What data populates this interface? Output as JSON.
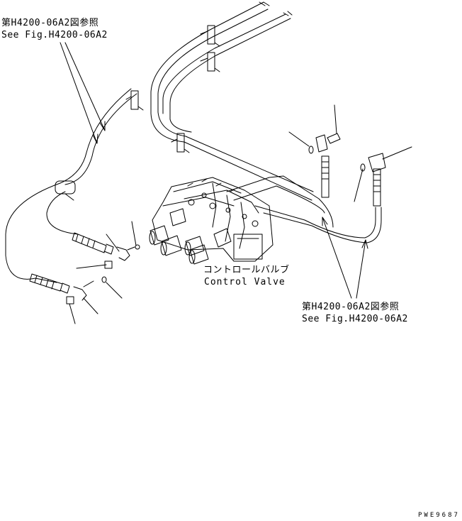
{
  "control_valve": {
    "label_jp": "コントロールバルブ",
    "label_en": "Control Valve"
  },
  "reference_upper_left": {
    "label_jp": "第H4200-06A2図参照",
    "label_en": "See Fig.H4200-06A2"
  },
  "reference_lower_right": {
    "label_jp": "第H4200-06A2図参照",
    "label_en": "See Fig.H4200-06A2"
  },
  "figure_code": "PWE9687"
}
